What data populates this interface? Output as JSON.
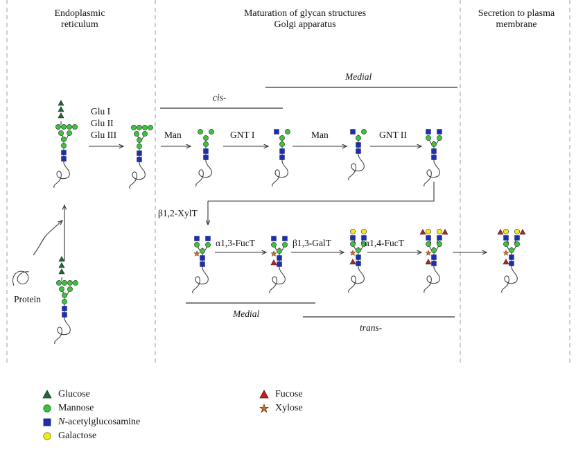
{
  "sections": {
    "er": [
      "Endoplasmic",
      "reticulum"
    ],
    "golgi": [
      "Maturation of glycan structures",
      "Golgi apparatus"
    ],
    "secretion": [
      "Secretion to plasma",
      "membrane"
    ]
  },
  "compartments": {
    "cis": "cis-",
    "medial_top": "Medial",
    "medial_bottom": "Medial",
    "trans": "trans-"
  },
  "protein_label": "Protein",
  "enzymes": {
    "glu": [
      "Glu I",
      "Glu II",
      "Glu III"
    ],
    "man1": "Man",
    "gnt1": "GNT I",
    "man2": "Man",
    "gnt2": "GNT II",
    "xylt": "β1,2-XylT",
    "fuct13": "α1,3-FucT",
    "galt": "β1,3-GalT",
    "fuct14": "α1,4-FucT"
  },
  "legend": {
    "glucose": "Glucose",
    "mannose": "Mannose",
    "glcnac_prefix": "N",
    "glcnac_rest": "-acetylglucosamine",
    "galactose": "Galactose",
    "fucose": "Fucose",
    "xylose": "Xylose"
  },
  "colors": {
    "glucose": "#1d6b35",
    "mannose": "#3cc43c",
    "glcnac": "#1c2fb0",
    "galactose": "#f2ea1a",
    "fucose": "#c41e1e",
    "xylose": "#c86f2a",
    "divider": "#bdbdbd",
    "line": "#333333"
  }
}
